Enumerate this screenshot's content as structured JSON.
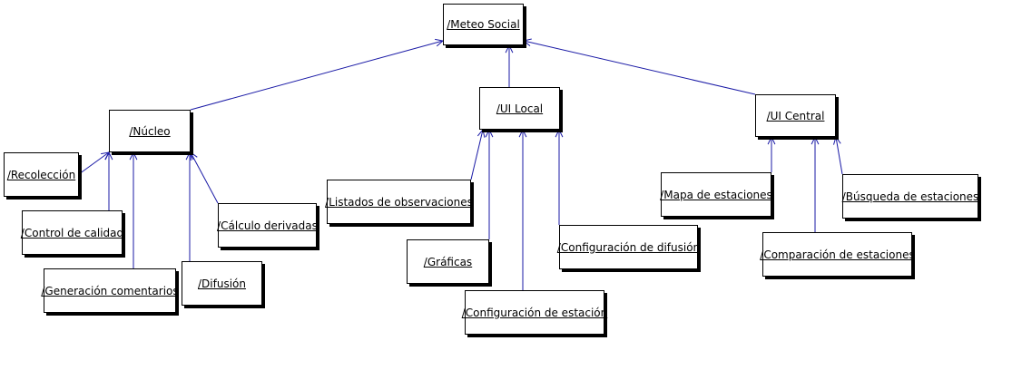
{
  "colors": {
    "edge": "#1a1aa6",
    "box_border": "#000000",
    "background": "#ffffff"
  },
  "nodes": {
    "root": "/Meteo Social",
    "nucleo": "/Núcleo",
    "ui_local": "/UI Local",
    "ui_central": "/UI Central",
    "recoleccion": "/Recolección",
    "control_calidad": "/Control de calidad",
    "generacion_comentarios": "/Generación comentarios",
    "difusion": "/Difusión",
    "calculo_derivadas": "/Cálculo derivadas",
    "listados_observaciones": "/Listados de observaciones",
    "graficas": "/Gráficas",
    "configuracion_estacion": "/Configuración de estación",
    "configuracion_difusion": "/Configuración de difusión",
    "mapa_estaciones": "/Mapa de estaciones",
    "comparacion_estaciones": "/Comparación de estaciones",
    "busqueda_estaciones": "/Búsqueda de estaciones"
  },
  "edges": [
    {
      "from": "nucleo",
      "to": "root"
    },
    {
      "from": "ui_local",
      "to": "root"
    },
    {
      "from": "ui_central",
      "to": "root"
    },
    {
      "from": "recoleccion",
      "to": "nucleo"
    },
    {
      "from": "control_calidad",
      "to": "nucleo"
    },
    {
      "from": "generacion_comentarios",
      "to": "nucleo"
    },
    {
      "from": "difusion",
      "to": "nucleo"
    },
    {
      "from": "calculo_derivadas",
      "to": "nucleo"
    },
    {
      "from": "listados_observaciones",
      "to": "ui_local"
    },
    {
      "from": "graficas",
      "to": "ui_local"
    },
    {
      "from": "configuracion_estacion",
      "to": "ui_local"
    },
    {
      "from": "configuracion_difusion",
      "to": "ui_local"
    },
    {
      "from": "mapa_estaciones",
      "to": "ui_central"
    },
    {
      "from": "comparacion_estaciones",
      "to": "ui_central"
    },
    {
      "from": "busqueda_estaciones",
      "to": "ui_central"
    }
  ]
}
